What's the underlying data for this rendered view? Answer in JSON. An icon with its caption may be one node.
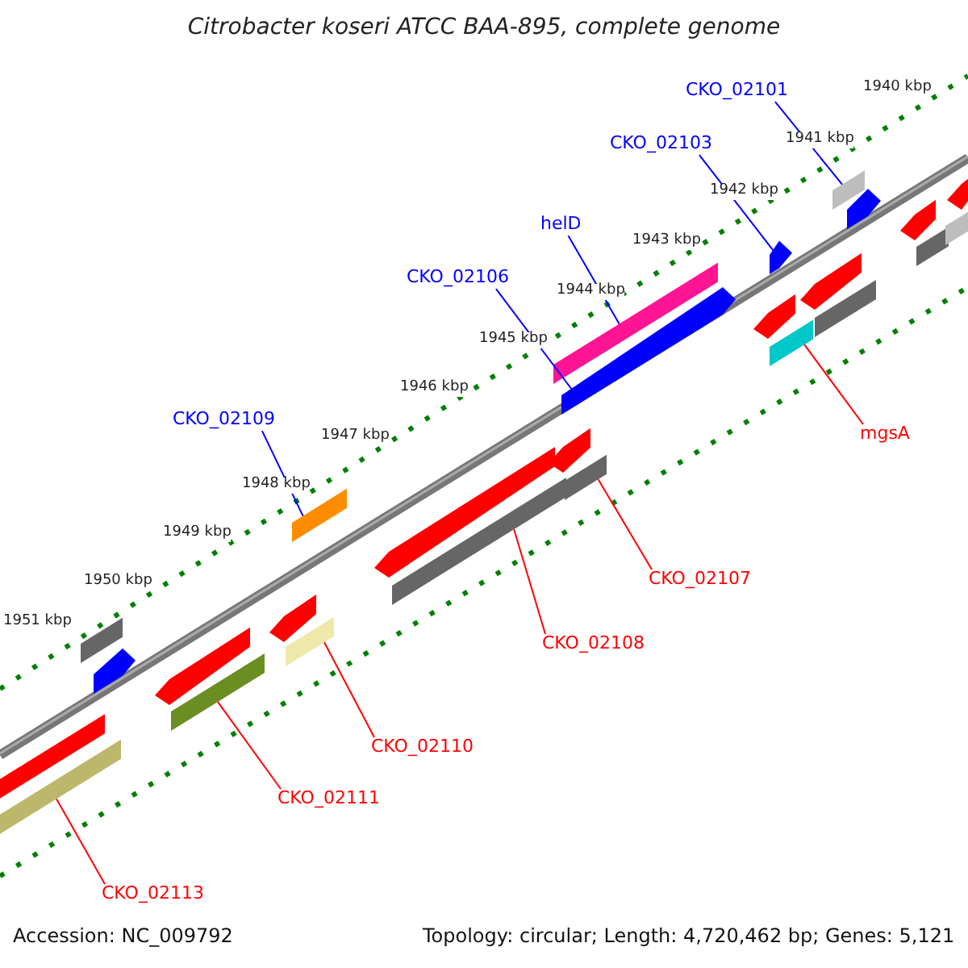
{
  "diagram": {
    "title": "Citrobacter koseri ATCC BAA-895, complete genome",
    "nodes": [
      {
        "text": [
          "CKO_02101"
        ]
      },
      {
        "text": [
          "CKO_02103"
        ]
      },
      {
        "text": [
          "helD"
        ]
      },
      {
        "text": [
          "CKO_02106"
        ]
      },
      {
        "text": [
          "CKO_02109"
        ]
      },
      {
        "text": [
          "mgsA"
        ]
      },
      {
        "text": [
          "CKO_02107"
        ]
      },
      {
        "text": [
          "CKO_02108"
        ]
      },
      {
        "text": [
          "CKO_02110"
        ]
      },
      {
        "text": [
          "CKO_02111"
        ]
      },
      {
        "text": [
          "CKO_02113"
        ]
      },
      {
        "text": [],
        "shape": "bar"
      },
      {
        "text": [],
        "shape": "bar"
      },
      {
        "text": [],
        "shape": "bar"
      },
      {
        "text": [],
        "shape": "bar"
      },
      {
        "text": [],
        "shape": "bar"
      },
      {
        "text": [],
        "shape": "bar"
      },
      {
        "text": [],
        "shape": "bar"
      },
      {
        "text": [],
        "shape": "bar"
      },
      {
        "text": [],
        "shape": "bar"
      },
      {
        "text": [],
        "shape": "bar"
      },
      {
        "text": [],
        "shape": "bar"
      },
      {
        "text": [],
        "shape": "bar"
      },
      {
        "text": [],
        "shape": "bar"
      },
      {
        "text": [],
        "shape": "bar"
      },
      {
        "text": [],
        "shape": "bar"
      },
      {
        "text": [],
        "shape": "bar"
      },
      {
        "text": [],
        "shape": "bar"
      },
      {
        "text": [],
        "shape": "bar"
      },
      {
        "text": [],
        "shape": "bar"
      },
      {
        "text": [],
        "shape": "bar"
      },
      {
        "text": [],
        "shape": "bar"
      },
      {
        "text": [],
        "shape": "bar"
      },
      {
        "text": [],
        "shape": "bar"
      },
      {
        "text": [],
        "shape": "bar"
      },
      {
        "text": [],
        "shape": "bar"
      },
      {
        "text": [],
        "shape": "bar"
      }
    ],
    "edges": [
      {
        "from": 0,
        "to": 11,
        "arrow": "none",
        "color": "#0000ff"
      },
      {
        "from": 1,
        "to": 12,
        "arrow": "none",
        "color": "#0000ff"
      },
      {
        "from": 2,
        "to": 13,
        "arrow": "none",
        "color": "#0000ff"
      },
      {
        "from": 3,
        "to": 14,
        "arrow": "none",
        "color": "#0000ff"
      },
      {
        "from": 4,
        "to": 15,
        "arrow": "none",
        "color": "#0000ff"
      },
      {
        "from": 5,
        "to": 16,
        "arrow": "none"
      },
      {
        "from": 6,
        "to": 17,
        "arrow": "none"
      },
      {
        "from": 7,
        "to": 18,
        "arrow": "none"
      },
      {
        "from": 8,
        "to": 19,
        "arrow": "none"
      },
      {
        "from": 9,
        "to": 20,
        "arrow": "none"
      },
      {
        "from": 10,
        "to": 21,
        "arrow": "none"
      }
    ],
    "labels": [
      "1940 kbp",
      "1941 kbp",
      "1942 kbp",
      "1943 kbp",
      "1944 kbp",
      "1945 kbp",
      "1946 kbp",
      "1947 kbp",
      "1948 kbp",
      "1949 kbp",
      "1950 kbp",
      "1951 kbp",
      "Accession: NC_009792",
      "Topology: circular; Length: 4,720,462 bp; Genes: 5,121"
    ]
  }
}
